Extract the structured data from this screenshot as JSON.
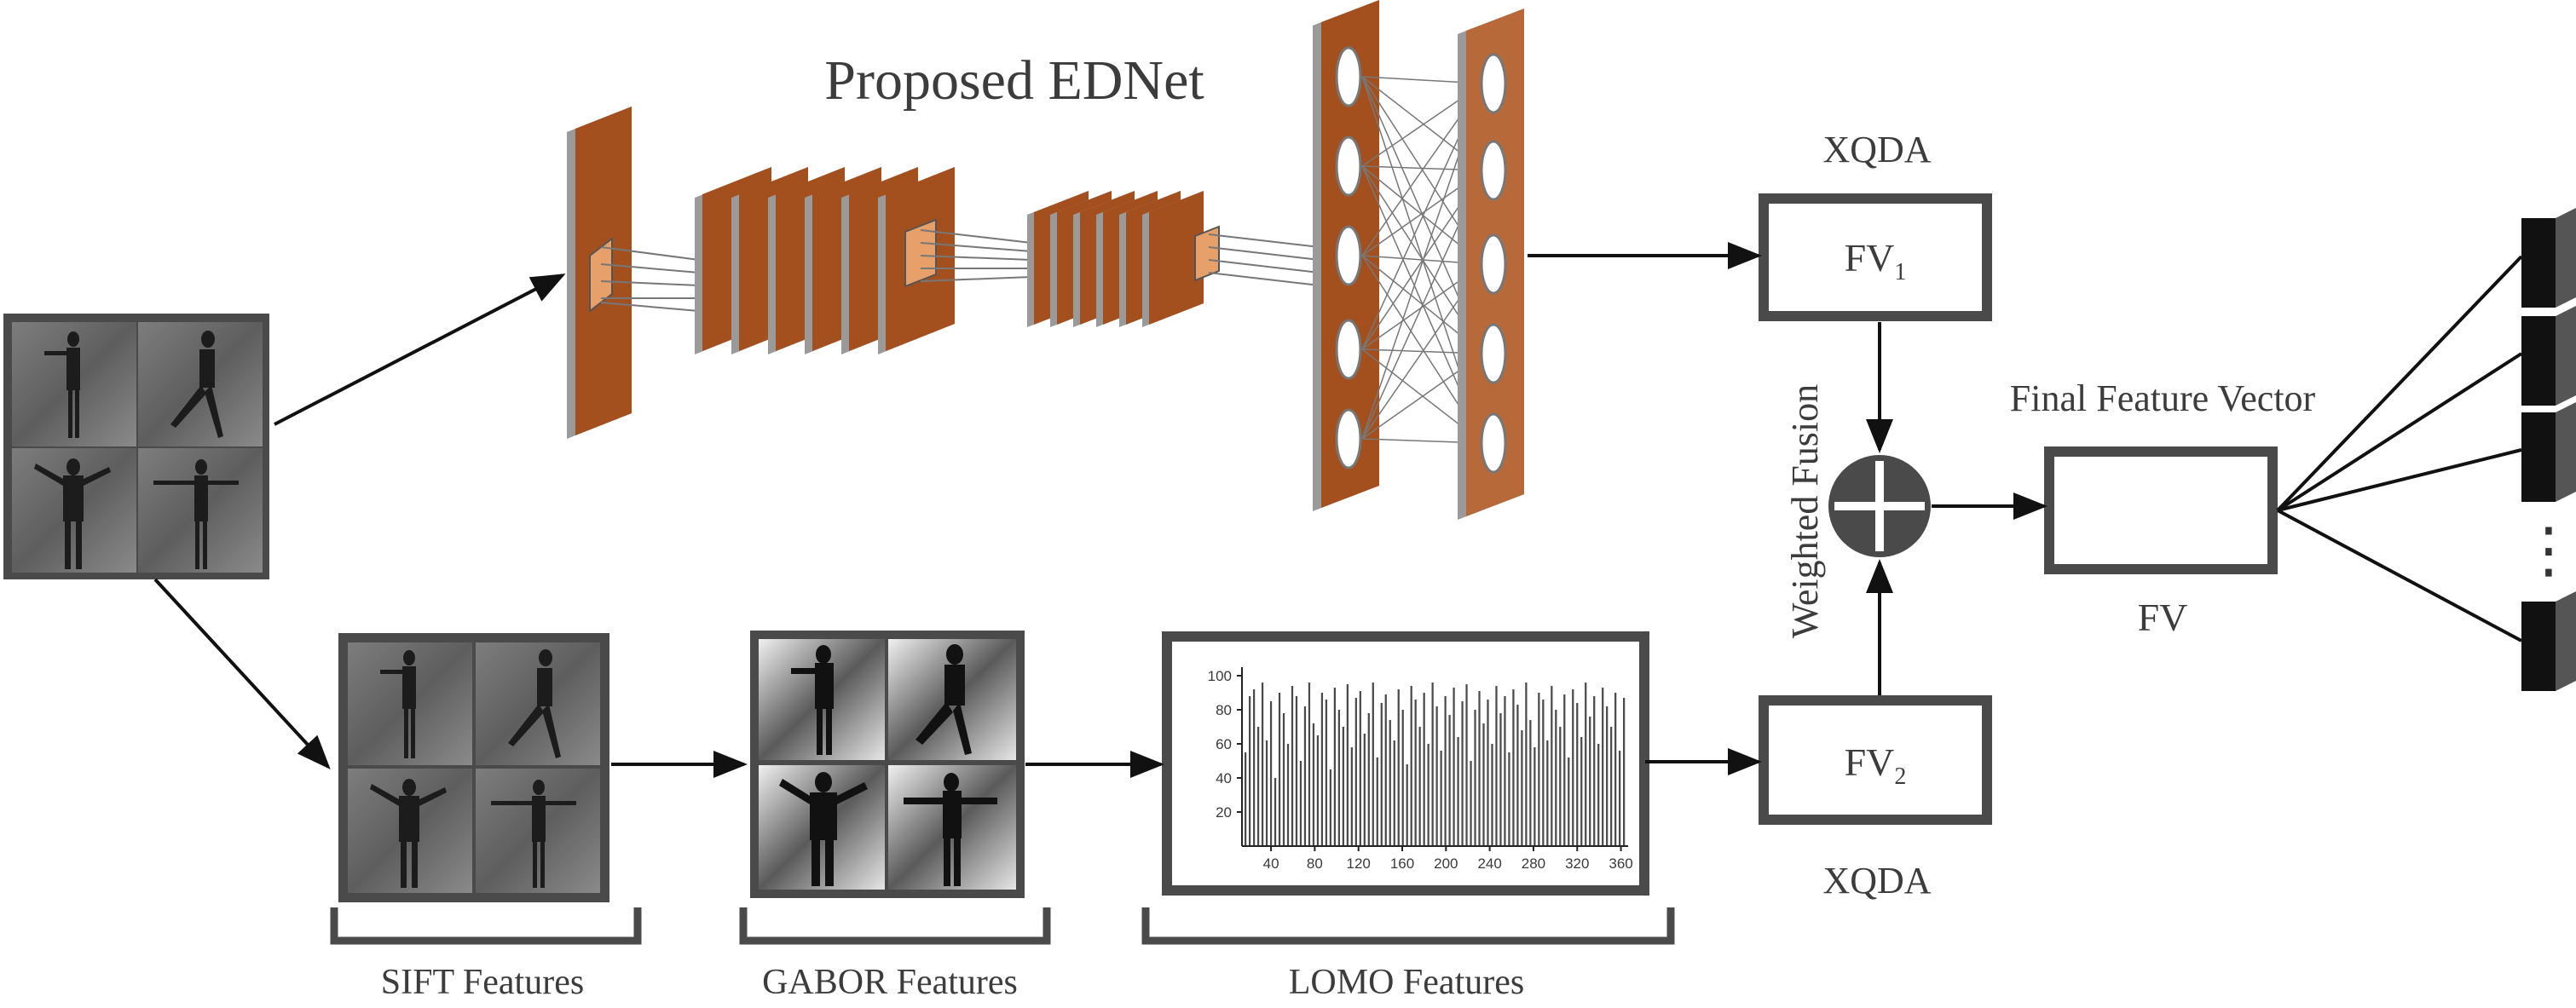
{
  "title": "Proposed EDNet",
  "top_branch": {
    "classifier_label": "XQDA",
    "feature_box_main": "FV",
    "feature_box_sub": "1"
  },
  "bottom_branch": {
    "classifier_label": "XQDA",
    "feature_box_main": "FV",
    "feature_box_sub": "2",
    "feature_labels": [
      "SIFT Features",
      "GABOR Features",
      "LOMO Features"
    ]
  },
  "fusion": {
    "label": "Weighted Fusion",
    "final_label": "Final Feature Vector",
    "final_box_label": "FV"
  },
  "outputs": {
    "ellipsis": "⋮"
  },
  "chart_data": {
    "type": "bar",
    "title": "",
    "xlabel": "",
    "ylabel": "",
    "x_ticks": [
      40,
      80,
      120,
      160,
      200,
      240,
      280,
      320,
      360
    ],
    "y_ticks": [
      20,
      40,
      60,
      80,
      100
    ],
    "xlim": [
      15,
      365
    ],
    "ylim": [
      0,
      105
    ],
    "values": [
      55,
      88,
      92,
      70,
      96,
      62,
      85,
      40,
      90,
      78,
      60,
      94,
      88,
      50,
      82,
      96,
      72,
      65,
      90,
      86,
      45,
      93,
      80,
      70,
      95,
      58,
      87,
      91,
      66,
      78,
      96,
      52,
      84,
      89,
      74,
      62,
      92,
      80,
      48,
      94,
      86,
      70,
      90,
      60,
      96,
      82,
      56,
      88,
      77,
      93,
      64,
      85,
      95,
      50,
      80,
      91,
      72,
      86,
      60,
      94,
      78,
      88,
      55,
      92,
      83,
      68,
      96,
      74,
      58,
      90,
      86,
      62,
      94,
      80,
      70,
      89,
      52,
      92,
      84,
      64,
      96,
      76,
      88,
      60,
      93,
      82,
      70,
      90,
      56,
      87
    ]
  }
}
